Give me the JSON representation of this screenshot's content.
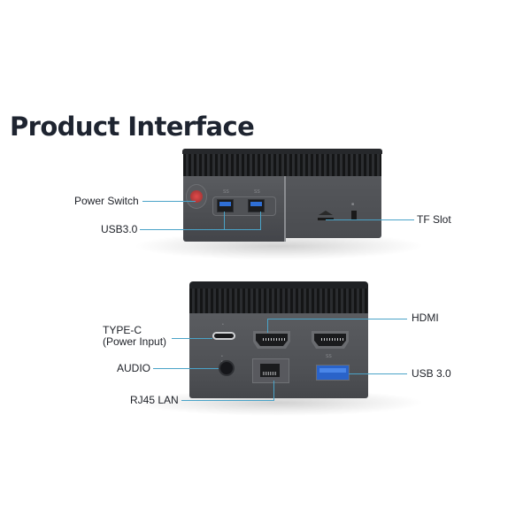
{
  "title": "Product Interface",
  "front_view": {
    "labels": {
      "power_switch": "Power Switch",
      "usb30": "USB3.0",
      "tf_slot": "TF Slot"
    }
  },
  "rear_view": {
    "labels": {
      "type_c_line1": "TYPE-C",
      "type_c_line2": "(Power Input)",
      "audio": "AUDIO",
      "rj45": "RJ45 LAN",
      "hdmi": "HDMI",
      "usb30": "USB 3.0"
    }
  },
  "colors": {
    "callout_line": "#4aa3c8",
    "title": "#1e2430",
    "power_button": "#d94545",
    "usb_blue": "#2f6fd6"
  }
}
